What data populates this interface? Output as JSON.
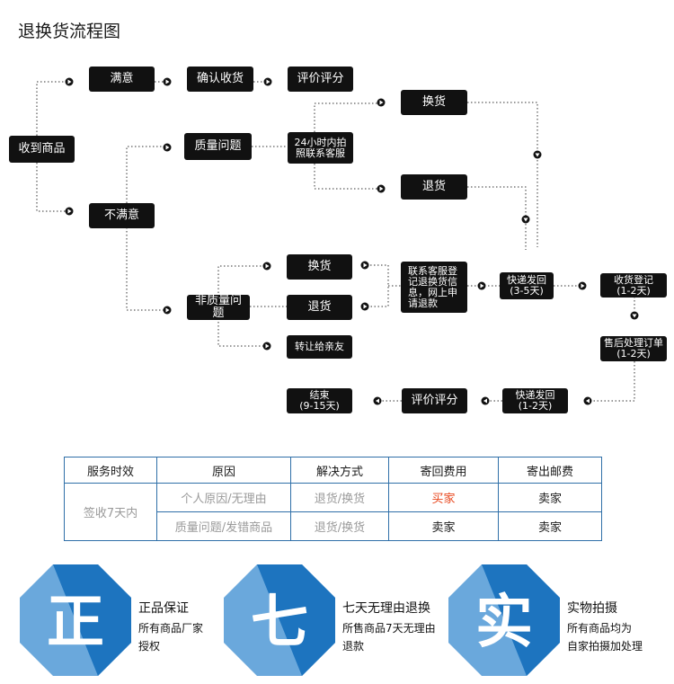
{
  "title": "退换货流程图",
  "flow": {
    "received": "收到商品",
    "satisfied": "满意",
    "confirm_receipt": "确认收货",
    "review_1": "评价评分",
    "unsatisfied": "不满意",
    "quality_issue": "质量问题",
    "contact_24h": [
      "24小时内拍",
      "照联系客服"
    ],
    "exchange_1": "换货",
    "return_1": "退货",
    "non_quality": "非质量问题",
    "exchange_2": "换货",
    "return_2": "退货",
    "transfer": "转让给亲友",
    "register_info": [
      "联系客服登",
      "记退换货信",
      "息，网上申",
      "请退款"
    ],
    "ship_back": [
      "快递发回",
      "(3-5天)"
    ],
    "receive_register": [
      "收货登记",
      "(1-2天)"
    ],
    "after_sale": [
      "售后处理订单",
      "(1-2天)"
    ],
    "ship_out": [
      "快递发回",
      "(1-2天)"
    ],
    "review_2": "评价评分",
    "end": [
      "结束",
      "(9-15天)"
    ]
  },
  "service_table": {
    "headers": [
      "服务时效",
      "原因",
      "解决方式",
      "寄回费用",
      "寄出邮费"
    ],
    "period": "签收7天内",
    "rows": [
      {
        "reason": "个人原因/无理由",
        "solution": "退货/换货",
        "return_fee": "买家",
        "ship_fee": "卖家"
      },
      {
        "reason": "质量问题/发错商品",
        "solution": "退货/换货",
        "return_fee": "卖家",
        "ship_fee": "卖家"
      }
    ]
  },
  "badges": [
    {
      "char": "正",
      "title": "正品保证",
      "sub": [
        "所有商品厂家",
        "授权"
      ]
    },
    {
      "char": "七",
      "title": "七天无理由退换",
      "sub": [
        "所售商品7天无理由",
        "退款"
      ]
    },
    {
      "char": "实",
      "title": "实物拍摄",
      "sub": [
        "所有商品均为",
        "自家拍摄加处理"
      ]
    }
  ],
  "colors": {
    "box": "#111111",
    "accent_red": "#e8461c",
    "table_border": "#2f6fa8",
    "badge_dark": "#1d74bf",
    "badge_light": "#6aa8dc"
  }
}
